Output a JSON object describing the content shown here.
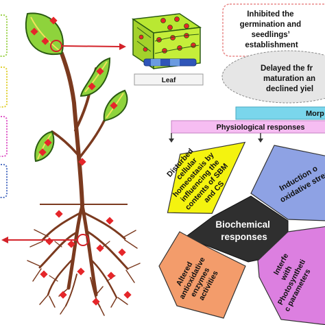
{
  "leaf_inset": {
    "label": "Leaf"
  },
  "boxes": {
    "germination": [
      "Inhibited the",
      "germination and",
      "seedlings’",
      "establishment"
    ],
    "fruit": [
      "Delayed the fr",
      "maturation an",
      "declined yiel"
    ]
  },
  "morph_label": "Morp",
  "physiological_label": "Physiological responses",
  "hexagon": {
    "center": [
      "Biochemical",
      "responses"
    ],
    "cellular": [
      "Disturbed",
      "cellular",
      "homeostasis by",
      "influencing the",
      "contents of SBM",
      "and CS"
    ],
    "oxidative": [
      "Induction o",
      "oxidative stres"
    ],
    "antioxidative": [
      "Altered",
      "antioxidative",
      "enzymes",
      "activities"
    ],
    "photosynthetic": [
      "Interfe",
      "with",
      "Photosyntheti",
      "c parameters"
    ]
  },
  "colors": {
    "leaf": "#8ed33c",
    "leaf_outline": "#2a5a12",
    "stem": "#7b3a1f",
    "marker": "#e5262a",
    "arrow": "#d32229",
    "cellular_fill": "#f4f30f",
    "oxidative_fill": "#8ea2e4",
    "antioxidative_fill": "#f39c6b",
    "photosynthetic_fill": "#dc7fe0",
    "center_fill": "#2f2f2f",
    "morph_fill": "#7ad6ec",
    "physio_fill": "#f6bdf2",
    "germination_border": "#e98888",
    "fruit_fill": "#e6e6e6",
    "side_green": "#b7e27a",
    "side_yellow": "#f2ec7a",
    "side_pink": "#e96fd8",
    "side_blue": "#6a86c9"
  }
}
